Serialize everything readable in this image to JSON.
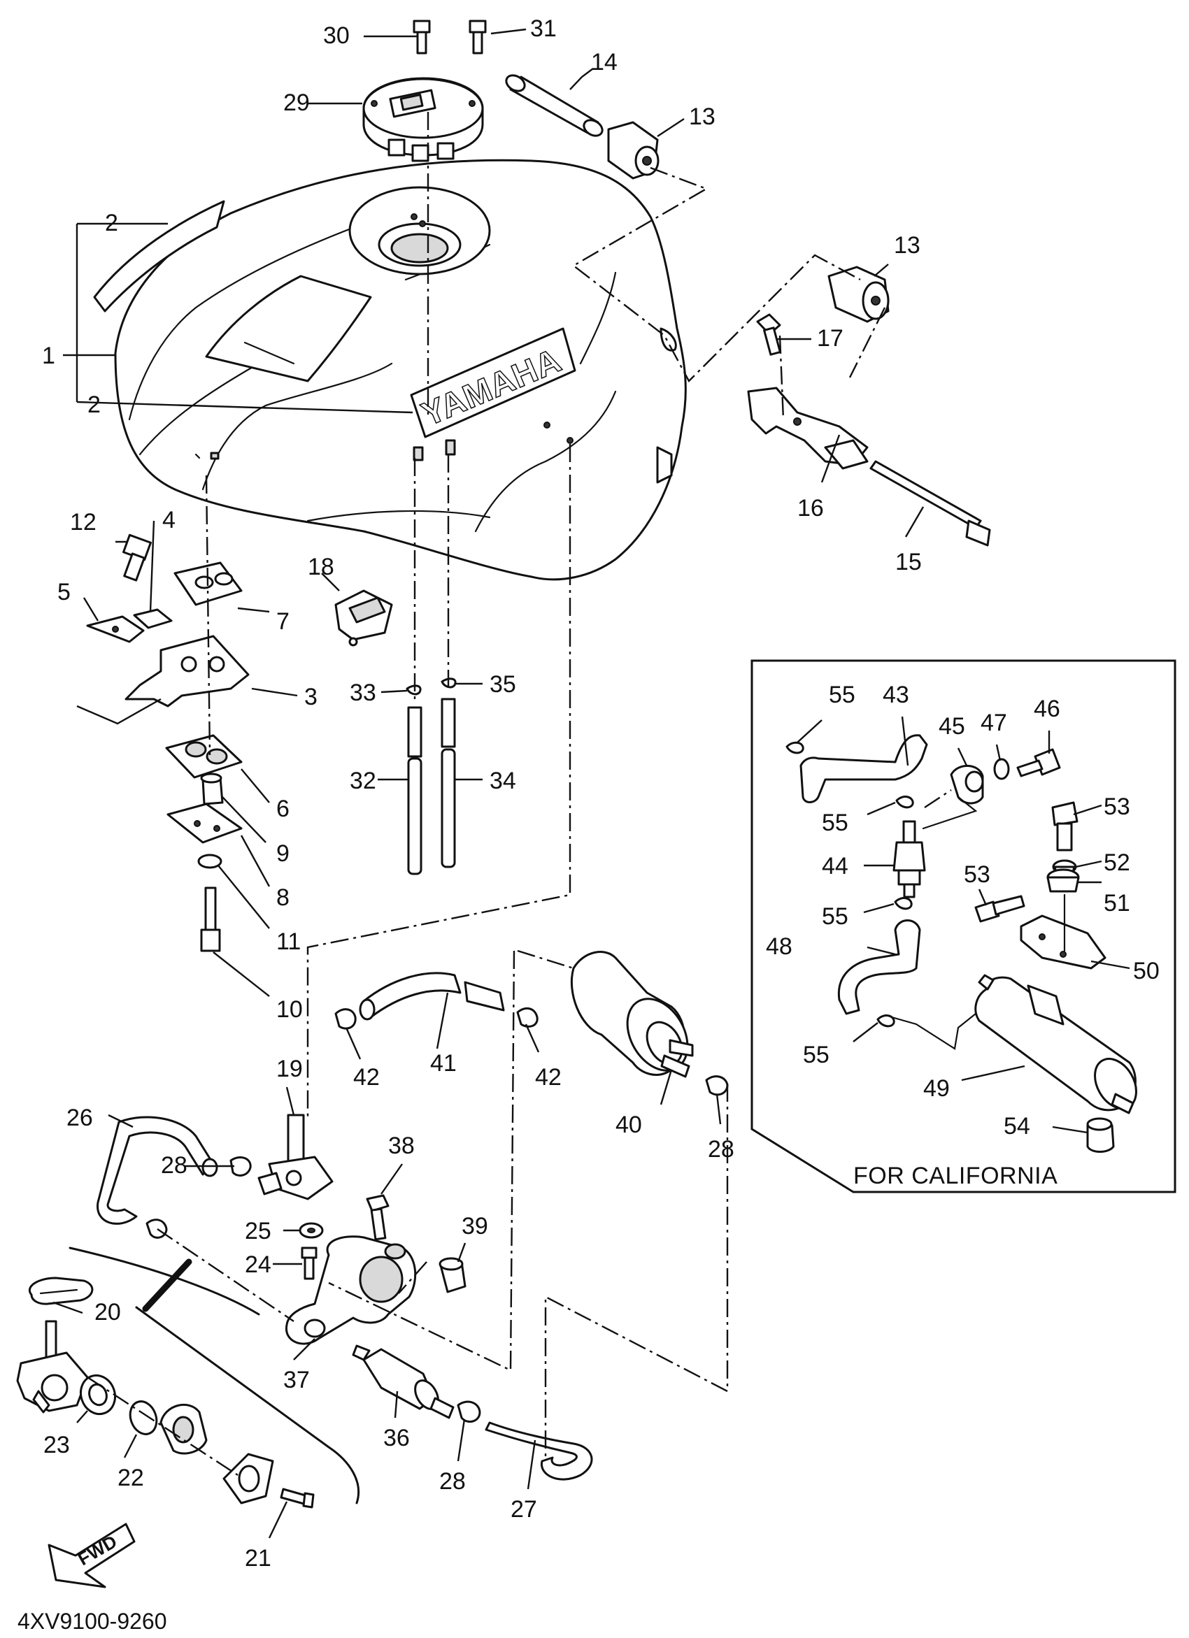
{
  "diagram": {
    "drawing_code": "4XV9100-9260",
    "inset_caption": "FOR CALIFORNIA",
    "tank_emblem": "YAMAHA",
    "direction_arrow": "FWD"
  },
  "callouts": {
    "c1": "1",
    "c2a": "2",
    "c2b": "2",
    "c3": "3",
    "c4": "4",
    "c5": "5",
    "c6": "6",
    "c7": "7",
    "c8": "8",
    "c9": "9",
    "c10": "10",
    "c11": "11",
    "c12": "12",
    "c13a": "13",
    "c13b": "13",
    "c14": "14",
    "c15": "15",
    "c16": "16",
    "c17": "17",
    "c18": "18",
    "c19": "19",
    "c20": "20",
    "c21": "21",
    "c22": "22",
    "c23": "23",
    "c24": "24",
    "c25": "25",
    "c26": "26",
    "c27": "27",
    "c28a": "28",
    "c28b": "28",
    "c28c": "28",
    "c29": "29",
    "c30": "30",
    "c31": "31",
    "c32": "32",
    "c33": "33",
    "c34": "34",
    "c35": "35",
    "c36": "36",
    "c37": "37",
    "c38": "38",
    "c39": "39",
    "c40": "40",
    "c41": "41",
    "c42a": "42",
    "c42b": "42",
    "c43": "43",
    "c44": "44",
    "c45": "45",
    "c46": "46",
    "c47": "47",
    "c48": "48",
    "c49": "49",
    "c50": "50",
    "c51": "51",
    "c52": "52",
    "c53a": "53",
    "c53b": "53",
    "c54": "54",
    "c55a": "55",
    "c55b": "55",
    "c55c": "55",
    "c55d": "55"
  },
  "icons": [
    "fuel-tank-icon",
    "fuel-cap-icon",
    "fuel-cock-icon",
    "fuel-pump-icon",
    "fuel-filter-icon",
    "canister-icon",
    "fwd-arrow-icon"
  ]
}
